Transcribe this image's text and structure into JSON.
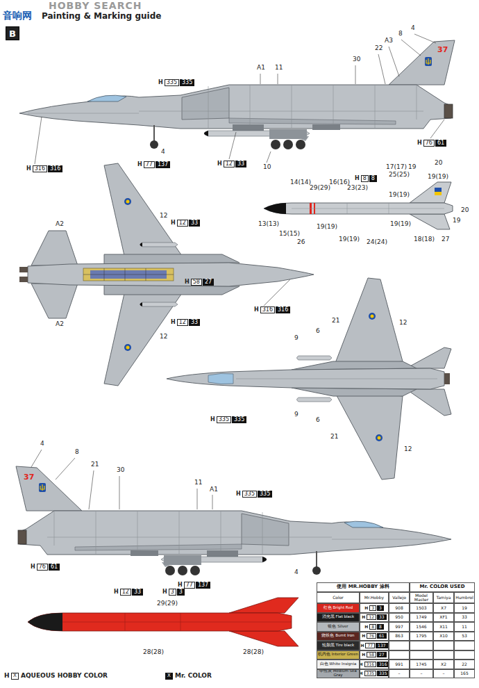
{
  "diagram": {
    "title": "Painting & Marking guide",
    "nodes": [
      {
        "text": [
          "B"
        ]
      }
    ],
    "labels": [
      "HOBBY SEARCH",
      "音响网",
      "H",
      "335",
      "335",
      "A1",
      "11",
      "30",
      "22",
      "A3",
      "8",
      "4",
      "37",
      "H",
      "316",
      "316",
      "4",
      "H",
      "77",
      "137",
      "H",
      "12",
      "33",
      "10",
      "H",
      "76",
      "61",
      "A2",
      "12",
      "H",
      "12",
      "33",
      "H",
      "58",
      "27",
      "H",
      "316",
      "316",
      "H",
      "12",
      "33",
      "A2",
      "12",
      "H",
      "8",
      "8",
      "14(14)",
      "29(29)",
      "16(16)",
      "23(23)",
      "17(17)",
      "19",
      "20",
      "25(25)",
      "19(19)",
      "19(19)",
      "20",
      "19",
      "13(13)",
      "15(15)",
      "26",
      "19(19)",
      "19(19)",
      "24(24)",
      "19(19)",
      "18(18)",
      "27",
      "21",
      "12",
      "9",
      "6",
      "H",
      "335",
      "335",
      "9",
      "6",
      "21",
      "12",
      "4",
      "8",
      "37",
      "21",
      "30",
      "11",
      "A1",
      "H",
      "335",
      "335",
      "H",
      "76",
      "61",
      "H",
      "77",
      "137",
      "4",
      "H",
      "12",
      "33",
      "H",
      "3",
      "3",
      "29(29)",
      "28(28)",
      "28(28)",
      "H",
      "X",
      "X",
      "使用 MR.HOBBY 涂料",
      "Mr. COLOR USED",
      "Color",
      "Mr.Hobby",
      "Vallejo",
      "Model Master",
      "Tamiya",
      "Humbrol",
      "H",
      "3",
      "3",
      "908",
      "1503",
      "X7",
      "19",
      "H",
      "12",
      "33",
      "950",
      "1749",
      "XF1",
      "33",
      "H",
      "8",
      "8",
      "997",
      "1546",
      "X11",
      "11",
      "H",
      "76",
      "61",
      "863",
      "1795",
      "X10",
      "53",
      "H",
      "77",
      "137",
      "H",
      "58",
      "27",
      "H",
      "316",
      "316",
      "991",
      "1745",
      "X2",
      "22",
      "H",
      "335",
      "335",
      "–",
      "–",
      "–",
      "165"
    ],
    "legend": [
      {
        "text": "红色 Bright Red",
        "color": "#d7261e"
      },
      {
        "text": "消光黑 Flat black",
        "color": "#1c1c1c"
      },
      {
        "text": "银色 Silver",
        "color": "#b4b8bc"
      },
      {
        "text": "烧铁色 Burnt Iron",
        "color": "#5b2620"
      },
      {
        "text": "轮胎黑 Tire black",
        "color": "#2b2b2b"
      },
      {
        "text": "机内色 Interior Green",
        "color": "#c9b24e"
      },
      {
        "text": "白色 White Insignia",
        "color": "#f2f2f2"
      },
      {
        "text": "中性灰 Medium Sea Gray",
        "color": "#a3a8ad"
      },
      {
        "text": "AQUEOUS HOBBY COLOR"
      },
      {
        "text": "Mr. COLOR"
      }
    ]
  }
}
